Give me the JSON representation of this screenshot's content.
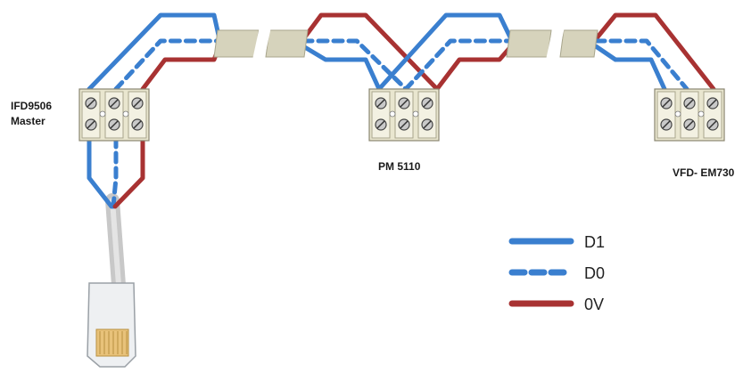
{
  "devices": [
    {
      "name_line1": "IFD9506",
      "name_line2": "Master"
    },
    {
      "name_line1": "PM 5110"
    },
    {
      "name_line1": "VFD- EM730"
    }
  ],
  "legend": [
    {
      "label": "D1",
      "color": "#3a7fcf",
      "style": "solid"
    },
    {
      "label": "D0",
      "color": "#3a7fcf",
      "style": "dashed"
    },
    {
      "label": "0V",
      "color": "#a83232",
      "style": "solid"
    }
  ],
  "colors": {
    "d1": "#3a7fcf",
    "d0": "#3a7fcf",
    "zero_v": "#a83232",
    "cable_sleeve": "#d6d3bc",
    "terminal_block": "#e9e6cf",
    "rj45_cable": "#c8c8c8"
  },
  "icons": [
    "terminal-block-icon",
    "cable-sleeve-icon",
    "cable-break-icon",
    "rj45-connector-icon"
  ]
}
